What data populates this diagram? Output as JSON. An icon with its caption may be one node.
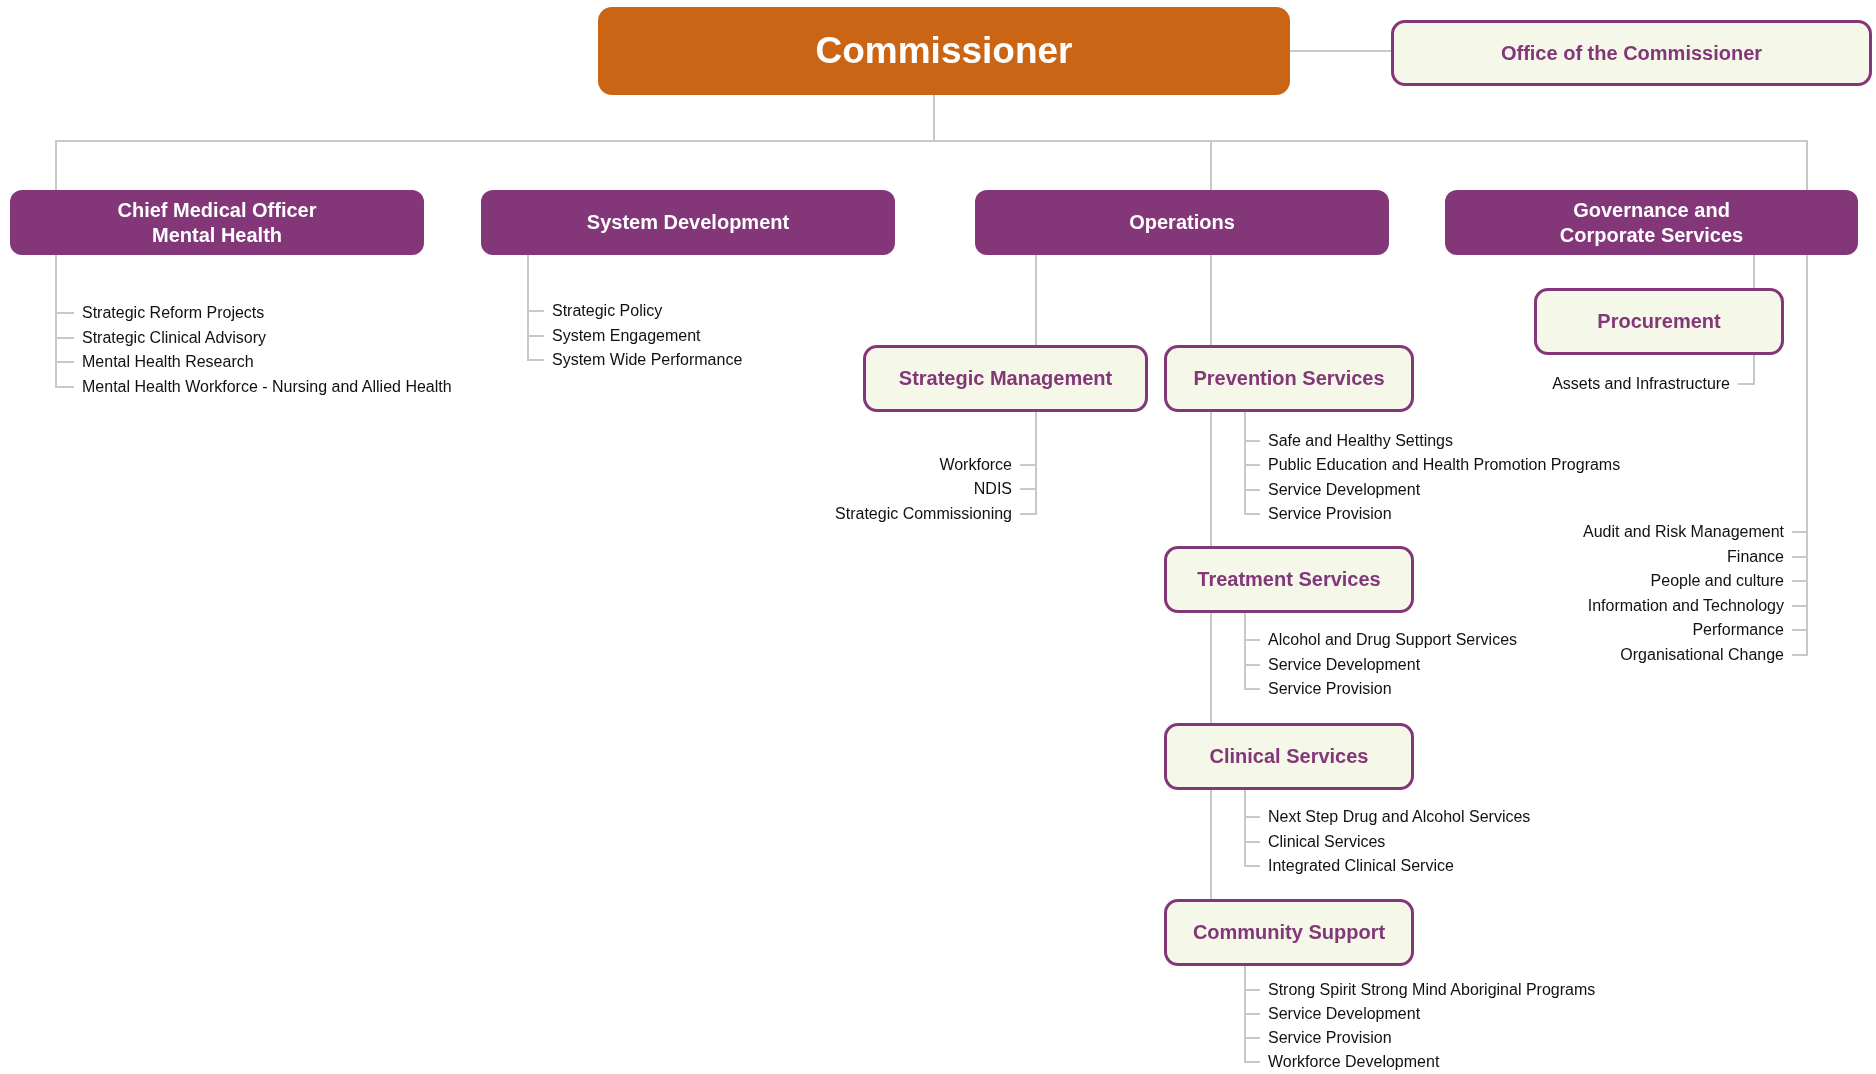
{
  "diagram": {
    "nodes": [
      {
        "text": [
          "Commissioner"
        ]
      },
      {
        "text": [
          "Office of the Commissioner"
        ]
      },
      {
        "text": [
          "Chief Medical Officer Mental Health"
        ]
      },
      {
        "text": [
          "System Development"
        ]
      },
      {
        "text": [
          "Operations"
        ]
      },
      {
        "text": [
          "Governance and Corporate Services"
        ]
      },
      {
        "text": [
          "Strategic Reform Projects"
        ]
      },
      {
        "text": [
          "Strategic Clinical Advisory"
        ]
      },
      {
        "text": [
          "Mental Health Research"
        ]
      },
      {
        "text": [
          "Mental Health Workforce - Nursing and Allied Health"
        ]
      },
      {
        "text": [
          "Strategic Policy"
        ]
      },
      {
        "text": [
          "System Engagement"
        ]
      },
      {
        "text": [
          "System Wide Performance"
        ]
      },
      {
        "text": [
          "Procurement"
        ]
      },
      {
        "text": [
          "Assets and Infrastructure"
        ]
      },
      {
        "text": [
          "Strategic Management"
        ]
      },
      {
        "text": [
          "Prevention Services"
        ]
      },
      {
        "text": [
          "Workforce"
        ]
      },
      {
        "text": [
          "NDIS"
        ]
      },
      {
        "text": [
          "Strategic Commissioning"
        ]
      },
      {
        "text": [
          "Safe and Healthy Settings"
        ]
      },
      {
        "text": [
          "Public Education and Health Promotion Programs"
        ]
      },
      {
        "text": [
          "Service Development"
        ]
      },
      {
        "text": [
          "Service Provision"
        ]
      },
      {
        "text": [
          "Audit and Risk Management"
        ]
      },
      {
        "text": [
          "Finance"
        ]
      },
      {
        "text": [
          "People and culture"
        ]
      },
      {
        "text": [
          "Information and Technology"
        ]
      },
      {
        "text": [
          "Performance"
        ]
      },
      {
        "text": [
          "Organisational Change"
        ]
      },
      {
        "text": [
          "Treatment Services"
        ]
      },
      {
        "text": [
          "Alcohol and Drug Support Services"
        ]
      },
      {
        "text": [
          "Service Development"
        ]
      },
      {
        "text": [
          "Service Provision"
        ]
      },
      {
        "text": [
          "Clinical Services"
        ]
      },
      {
        "text": [
          "Next Step Drug and Alcohol Services"
        ]
      },
      {
        "text": [
          "Clinical Services"
        ]
      },
      {
        "text": [
          "Integrated Clinical Service"
        ]
      },
      {
        "text": [
          "Community Support"
        ]
      },
      {
        "text": [
          "Strong Spirit Strong Mind Aboriginal Programs"
        ]
      },
      {
        "text": [
          "Service Development"
        ]
      },
      {
        "text": [
          "Service Provision"
        ]
      },
      {
        "text": [
          "Workforce Development"
        ]
      }
    ],
    "edges": [
      {
        "from": 0,
        "to": 1,
        "arrow": "none"
      },
      {
        "from": 0,
        "to": 2,
        "arrow": "none"
      },
      {
        "from": 0,
        "to": 4,
        "arrow": "none"
      },
      {
        "from": 0,
        "to": 5,
        "arrow": "none"
      },
      {
        "from": 2,
        "to": 6,
        "arrow": "none"
      },
      {
        "from": 2,
        "to": 7,
        "arrow": "none"
      },
      {
        "from": 2,
        "to": 8,
        "arrow": "none"
      },
      {
        "from": 2,
        "to": 9,
        "arrow": "none"
      },
      {
        "from": 3,
        "to": 10,
        "arrow": "none"
      },
      {
        "from": 3,
        "to": 11,
        "arrow": "none"
      },
      {
        "from": 3,
        "to": 12,
        "arrow": "none"
      },
      {
        "from": 5,
        "to": 13,
        "arrow": "none"
      },
      {
        "from": 13,
        "to": 14,
        "arrow": "none"
      },
      {
        "from": 4,
        "to": 15,
        "arrow": "none"
      },
      {
        "from": 4,
        "to": 16,
        "arrow": "none"
      },
      {
        "from": 15,
        "to": 17,
        "arrow": "none"
      },
      {
        "from": 15,
        "to": 18,
        "arrow": "none"
      },
      {
        "from": 15,
        "to": 19,
        "arrow": "none"
      },
      {
        "from": 16,
        "to": 20,
        "arrow": "none"
      },
      {
        "from": 16,
        "to": 21,
        "arrow": "none"
      },
      {
        "from": 16,
        "to": 22,
        "arrow": "none"
      },
      {
        "from": 16,
        "to": 23,
        "arrow": "none"
      },
      {
        "from": 5,
        "to": 24,
        "arrow": "none"
      },
      {
        "from": 5,
        "to": 25,
        "arrow": "none"
      },
      {
        "from": 5,
        "to": 26,
        "arrow": "none"
      },
      {
        "from": 5,
        "to": 27,
        "arrow": "none"
      },
      {
        "from": 5,
        "to": 28,
        "arrow": "none"
      },
      {
        "from": 5,
        "to": 29,
        "arrow": "none"
      },
      {
        "from": 16,
        "to": 30,
        "arrow": "none"
      },
      {
        "from": 30,
        "to": 31,
        "arrow": "none"
      },
      {
        "from": 30,
        "to": 32,
        "arrow": "none"
      },
      {
        "from": 30,
        "to": 33,
        "arrow": "none"
      },
      {
        "from": 30,
        "to": 34,
        "arrow": "none"
      },
      {
        "from": 34,
        "to": 35,
        "arrow": "none"
      },
      {
        "from": 34,
        "to": 36,
        "arrow": "none"
      },
      {
        "from": 34,
        "to": 37,
        "arrow": "none"
      },
      {
        "from": 34,
        "to": 38,
        "arrow": "none"
      },
      {
        "from": 38,
        "to": 39,
        "arrow": "none"
      },
      {
        "from": 38,
        "to": 40,
        "arrow": "none"
      },
      {
        "from": 38,
        "to": 41,
        "arrow": "none"
      },
      {
        "from": 38,
        "to": 42,
        "arrow": "none"
      }
    ]
  }
}
